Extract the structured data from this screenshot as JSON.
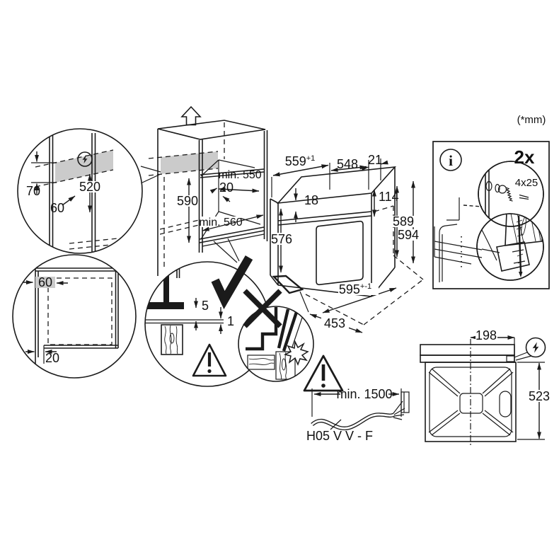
{
  "note_units": "(*mm)",
  "icons": {
    "direction": "arrow-up-icon",
    "electrical_connection": "lightning-bolt-icon",
    "information": "info-icon",
    "correct": "checkmark-icon",
    "incorrect": "x-mark-icon",
    "caution": "warning-triangle-icon",
    "impact": "spark-burst-icon"
  },
  "cabinet_view": {
    "niche_depth": "min. 550",
    "rear_gap": "20",
    "niche_height": "590",
    "niche_width": "min. 560"
  },
  "electrical_zone_detail": {
    "zone_height": "70",
    "zone_width": "60",
    "distance_below": "520"
  },
  "base_cabinet_detail": {
    "recess_width": "60",
    "recess_depth": "20"
  },
  "clearance_detail": {
    "top_clearance": "5",
    "front_clearance": "1"
  },
  "oven_view": {
    "top_width": "559",
    "top_width_tolerance": "+1",
    "depth": "548",
    "rear_depth": "21",
    "top_edge": "18",
    "front_top_height": "114",
    "height_with_frame": "589",
    "total_height": "594",
    "body_height": "576",
    "front_width": "595",
    "front_width_tolerance": "+-1",
    "base_depth": "453"
  },
  "mounting_box": {
    "info_symbol": "i",
    "quantity": "2x",
    "screw_size": "4x25"
  },
  "power_cable": {
    "min_length": "min. 1500",
    "type": "H05 V V - F"
  },
  "rear_view": {
    "connection_offset": "198",
    "rear_height": "523"
  }
}
